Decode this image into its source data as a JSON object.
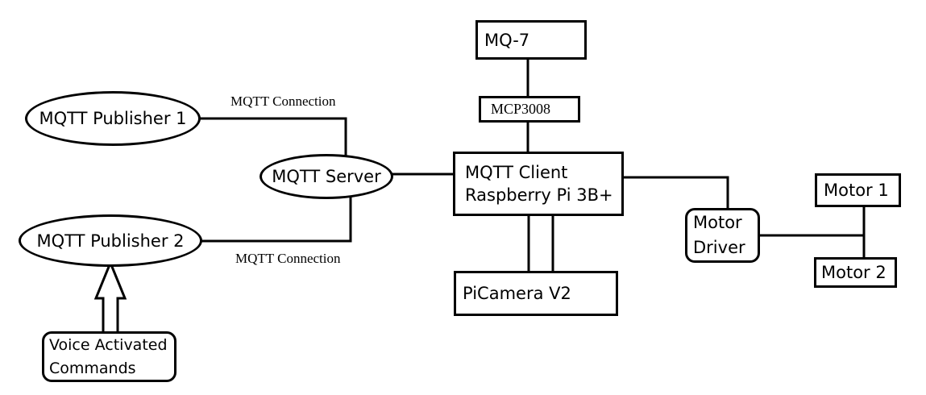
{
  "diagram": {
    "nodes": {
      "mq7": "MQ-7",
      "mcp3008": "MCP3008",
      "client": [
        "MQTT Client",
        "Raspberry Pi 3B+"
      ],
      "publisher1": "MQTT Publisher 1",
      "publisher2": "MQTT Publisher 2",
      "server": "MQTT Server",
      "picamera": "PiCamera V2",
      "motor_driver": [
        "Motor",
        "Driver"
      ],
      "motor1": "Motor 1",
      "motor2": "Motor 2",
      "voice": [
        "Voice Activated",
        "Commands"
      ]
    },
    "edge_labels": {
      "top": "MQTT Connection",
      "bottom": "MQTT Connection"
    }
  }
}
